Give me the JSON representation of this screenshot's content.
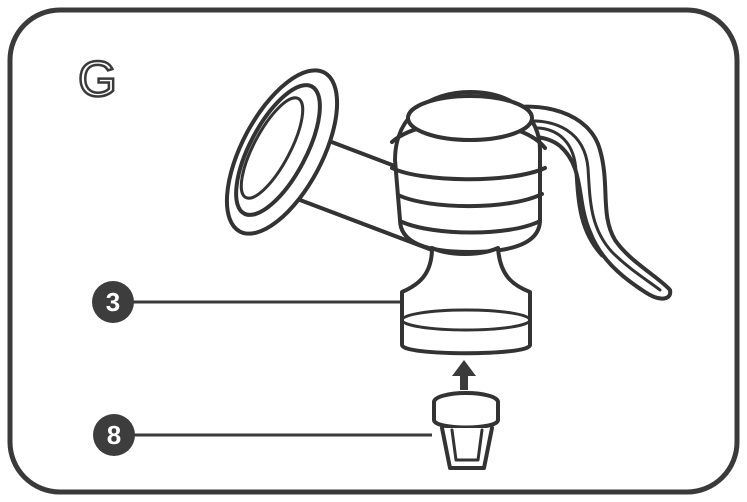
{
  "panel": {
    "step_letter": "G"
  },
  "callouts": [
    {
      "number": "3",
      "part": "valve-body"
    },
    {
      "number": "8",
      "part": "valve"
    }
  ],
  "colors": {
    "line": "#333333",
    "badge": "#3d3d3d",
    "background": "#ffffff"
  },
  "icons": [
    "breast-shield-icon",
    "pump-body-icon",
    "handle-icon",
    "up-arrow-icon",
    "duckbill-valve-icon"
  ]
}
